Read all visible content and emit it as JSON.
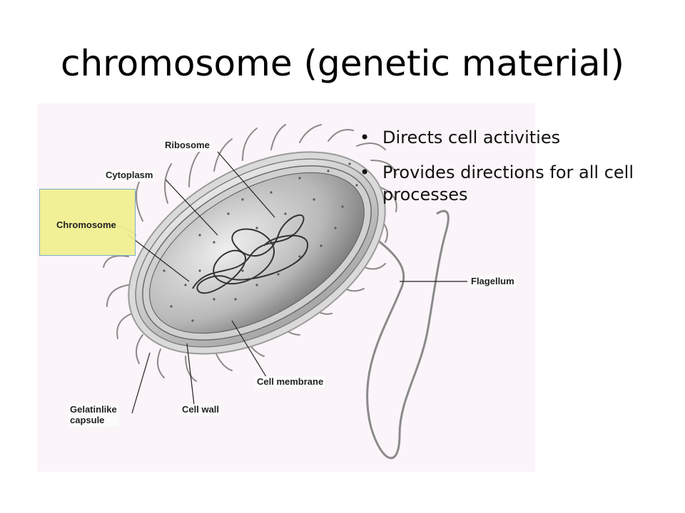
{
  "slide": {
    "title": "chromosome (genetic material)"
  },
  "bullets": [
    "Directs cell activities",
    "Provides directions for all cell processes"
  ],
  "diagram": {
    "labels": {
      "ribosome": "Ribosome",
      "cytoplasm": "Cytoplasm",
      "chromosome": "Chromosome",
      "flagellum": "Flagellum",
      "cell_membrane": "Cell membrane",
      "cell_wall": "Cell wall",
      "capsule_line1": "Gelatinlike",
      "capsule_line2": "capsule"
    },
    "highlight_color": "#f0f08c"
  }
}
